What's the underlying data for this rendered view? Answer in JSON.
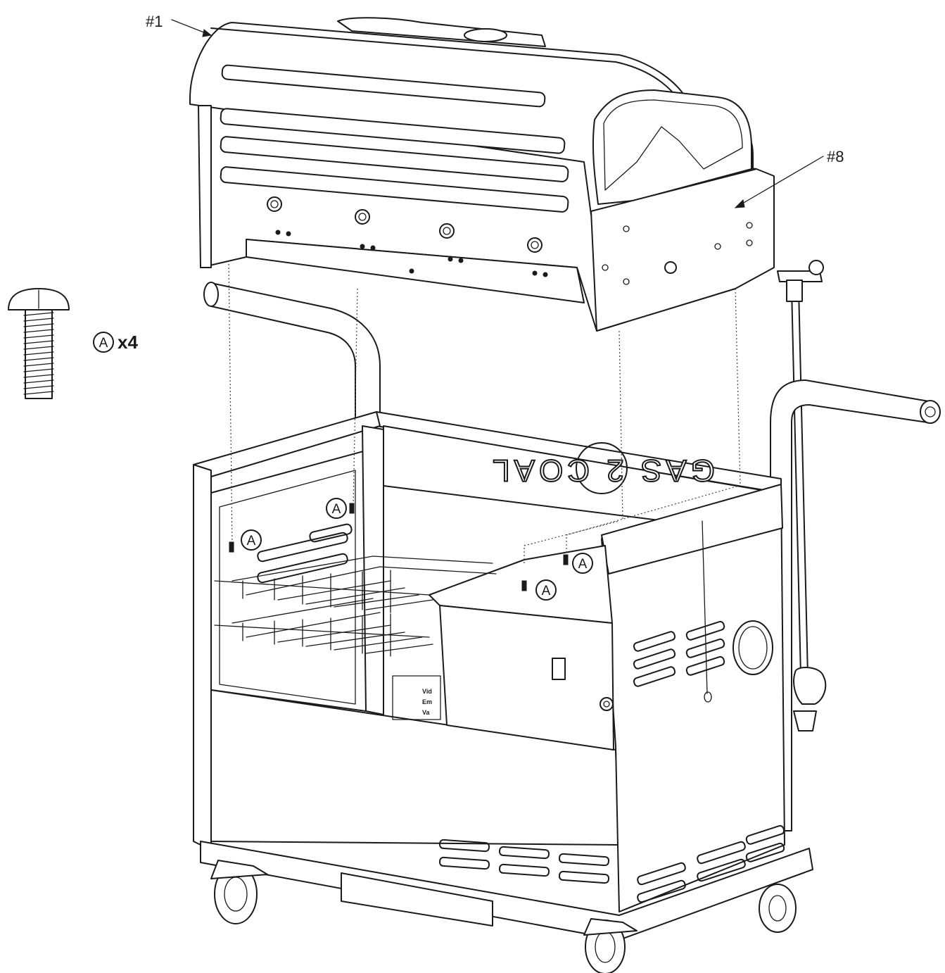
{
  "callouts": {
    "lid": "#1",
    "side_panel": "#8"
  },
  "hardware": {
    "letter": "A",
    "quantity": "x4",
    "icon": "screw-icon"
  },
  "screw_markers": [
    "A",
    "A",
    "A",
    "A"
  ],
  "logo": "GAS 2 COAL",
  "warning_lines": [
    "Vid",
    "Em",
    "Va"
  ]
}
